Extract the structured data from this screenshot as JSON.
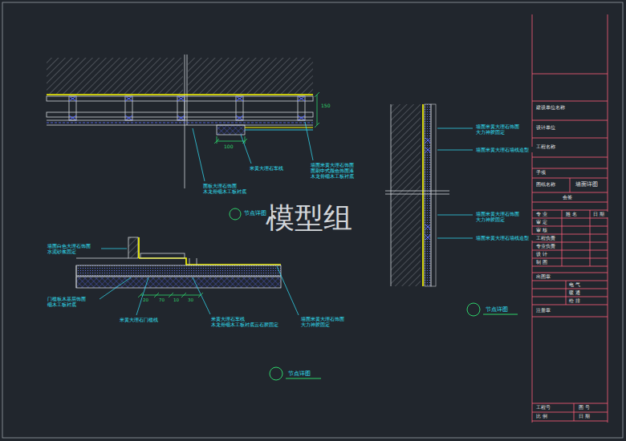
{
  "diagram": {
    "labels": [
      "模型组",
      "米黄大理石车线",
      "墙面米黄大理石饰面 面刷中式颜色饰面漆 木龙骨细木工板衬底",
      "面板大理石饰面 木龙骨细木工板衬底",
      "150",
      "100",
      "节点详图",
      "墙面白色大理石饰面 水泥砂浆固定",
      "门槛板木基层饰面 细木工板衬底",
      "米黄大理石门槛线",
      "米黄大理石车线 木龙骨细木工板衬底云石胶固定",
      "墙面米黄大理石饰面 大力神胶固定",
      "20",
      "70",
      "10",
      "30",
      "节点详图",
      "墙面米黄大理石饰面 大力神胶固定",
      "墙面米黄大理石墙线造型",
      "墙面米黄大理石饰面 大力神胶固定",
      "墙面米黄大理石墙线造型",
      "节点详图",
      "建设单位名称",
      "设计单位",
      "工程名称",
      "子项",
      "图纸名称",
      "墙面详图",
      "会签",
      "专 业",
      "姓 名",
      "日 期",
      "审 定",
      "审 核",
      "工程负责",
      "专业负责",
      "设 计",
      "制 图",
      "出图章",
      "电 气",
      "暖 通",
      "给 排",
      "注册章",
      "工程号",
      "图 号",
      "比 例",
      "日 期"
    ]
  }
}
